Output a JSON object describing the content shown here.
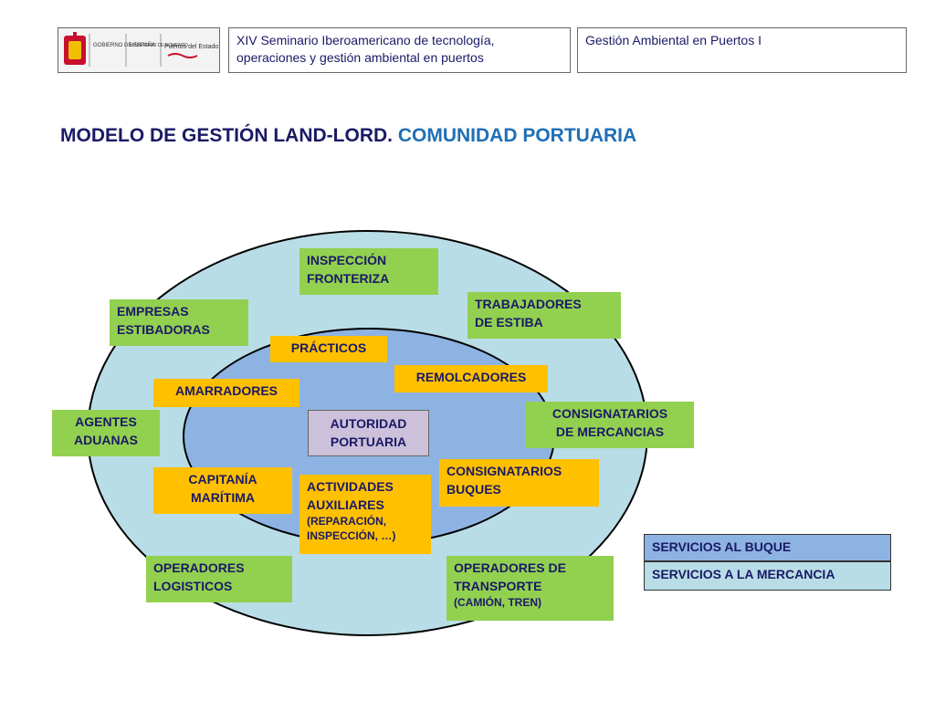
{
  "header": {
    "logo_texts": [
      "GOBIERNO DE ESPAÑA",
      "MINISTERIO DE FOMENTO",
      "Puertos del Estado"
    ],
    "seminar_line1": "XIV Seminario Iberoamericano de tecnología,",
    "seminar_line2": "operaciones y gestión ambiental en puertos",
    "course": "Gestión Ambiental en Puertos I"
  },
  "title": {
    "part1": "MODELO DE GESTIÓN LAND-LORD.",
    "part2": " COMUNIDAD PORTUARIA"
  },
  "colors": {
    "outer_ring": "#b8dde6",
    "inner_ring": "#8db3e2",
    "green_box": "#92d050",
    "orange_box": "#ffc000",
    "authority_box": "#ccc0da"
  },
  "diagram": {
    "center": {
      "line1": "AUTORIDAD",
      "line2": "PORTUARIA"
    },
    "inner_ring": {
      "practicos": "PRÁCTICOS",
      "remolcadores": "REMOLCADORES",
      "amarradores": "AMARRADORES",
      "capitania_l1": "CAPITANÍA",
      "capitania_l2": "MARÍTIMA",
      "actividades_l1": "ACTIVIDADES",
      "actividades_l2": "AUXILIARES",
      "actividades_l3": "(REPARACIÓN,",
      "actividades_l4": "INSPECCIÓN, …)",
      "consig_buques_l1": "CONSIGNATARIOS",
      "consig_buques_l2": "BUQUES"
    },
    "outer_ring": {
      "inspeccion_l1": "INSPECCIÓN",
      "inspeccion_l2": "FRONTERIZA",
      "empresas_l1": "EMPRESAS",
      "empresas_l2": "ESTIBADORAS",
      "trabajadores_l1": "TRABAJADORES",
      "trabajadores_l2": "DE ESTIBA",
      "agentes_l1": "AGENTES",
      "agentes_l2": "ADUANAS",
      "consig_merc_l1": "CONSIGNATARIOS",
      "consig_merc_l2": "DE MERCANCIAS",
      "operadores_log_l1": "OPERADORES",
      "operadores_log_l2": "LOGISTICOS",
      "operadores_tr_l1": "OPERADORES DE",
      "operadores_tr_l2": "TRANSPORTE",
      "operadores_tr_l3": "(CAMIÓN, TREN)"
    }
  },
  "legend": {
    "ship_services": "SERVICIOS AL BUQUE",
    "cargo_services": "SERVICIOS A LA MERCANCIA"
  }
}
